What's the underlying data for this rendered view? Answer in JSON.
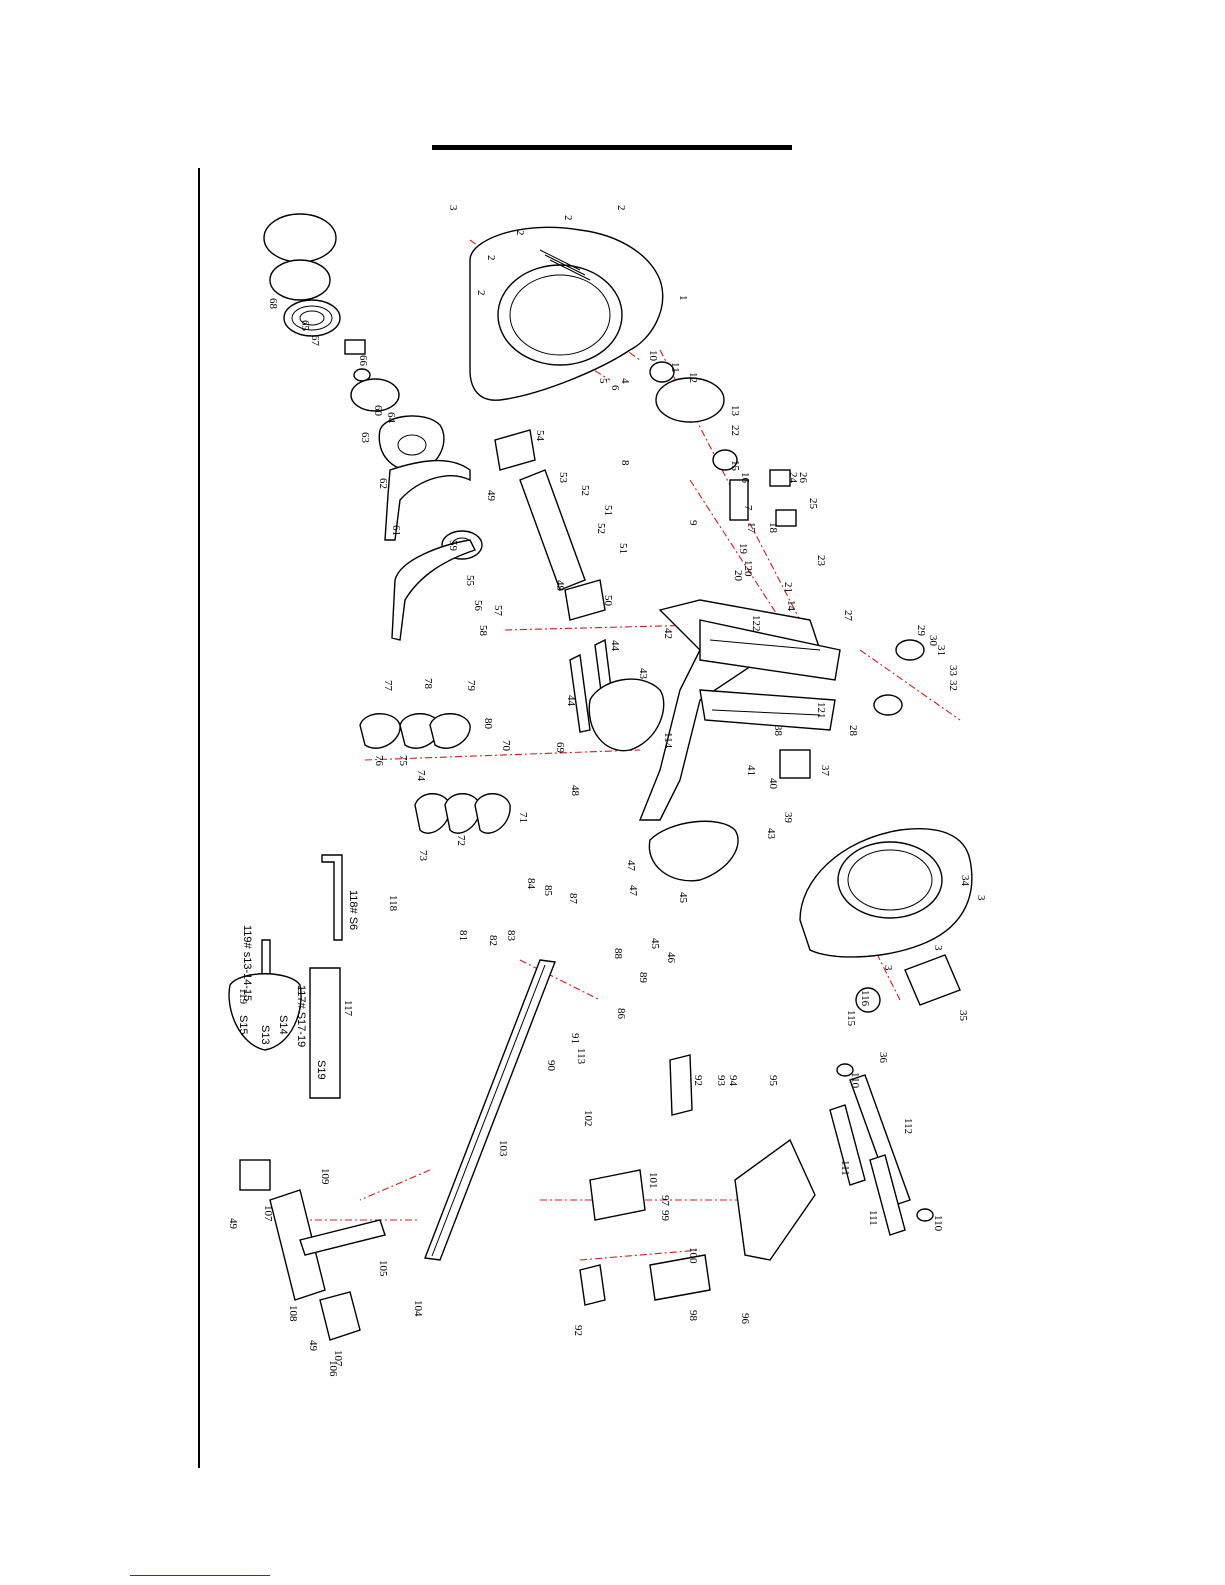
{
  "document": {
    "tool_labels": {
      "t118": "118# S6",
      "t117": "117# S17-19",
      "t119": "119# s13-14-15",
      "t117_small": "S19",
      "t119_a": "S15",
      "t119_b": "S13",
      "t119_c": "S14"
    },
    "part_numbers": [
      {
        "id": "p1",
        "text": "1"
      },
      {
        "id": "p2a",
        "text": "2"
      },
      {
        "id": "p2b",
        "text": "2"
      },
      {
        "id": "p2c",
        "text": "2"
      },
      {
        "id": "p2d",
        "text": "2"
      },
      {
        "id": "p2e",
        "text": "2"
      },
      {
        "id": "p3a",
        "text": "3"
      },
      {
        "id": "p3b",
        "text": "3"
      },
      {
        "id": "p3c",
        "text": "3"
      },
      {
        "id": "p3d",
        "text": "3"
      },
      {
        "id": "p4",
        "text": "4"
      },
      {
        "id": "p5",
        "text": "5"
      },
      {
        "id": "p6",
        "text": "6"
      },
      {
        "id": "p7",
        "text": "7"
      },
      {
        "id": "p8",
        "text": "8"
      },
      {
        "id": "p9",
        "text": "9"
      },
      {
        "id": "p10",
        "text": "10"
      },
      {
        "id": "p11",
        "text": "11"
      },
      {
        "id": "p12",
        "text": "12"
      },
      {
        "id": "p13",
        "text": "13"
      },
      {
        "id": "p14",
        "text": "14"
      },
      {
        "id": "p15",
        "text": "15"
      },
      {
        "id": "p16",
        "text": "16"
      },
      {
        "id": "p17",
        "text": "17"
      },
      {
        "id": "p18",
        "text": "18"
      },
      {
        "id": "p19",
        "text": "19"
      },
      {
        "id": "p20",
        "text": "20"
      },
      {
        "id": "p21",
        "text": "21"
      },
      {
        "id": "p22",
        "text": "22"
      },
      {
        "id": "p23",
        "text": "23"
      },
      {
        "id": "p24",
        "text": "24"
      },
      {
        "id": "p25",
        "text": "25"
      },
      {
        "id": "p26",
        "text": "26"
      },
      {
        "id": "p27",
        "text": "27"
      },
      {
        "id": "p28",
        "text": "28"
      },
      {
        "id": "p29",
        "text": "29"
      },
      {
        "id": "p30",
        "text": "30"
      },
      {
        "id": "p31",
        "text": "31"
      },
      {
        "id": "p32",
        "text": "32"
      },
      {
        "id": "p33",
        "text": "33"
      },
      {
        "id": "p34",
        "text": "34"
      },
      {
        "id": "p35",
        "text": "35"
      },
      {
        "id": "p36",
        "text": "36"
      },
      {
        "id": "p37",
        "text": "37"
      },
      {
        "id": "p38",
        "text": "38"
      },
      {
        "id": "p39",
        "text": "39"
      },
      {
        "id": "p40",
        "text": "40"
      },
      {
        "id": "p41",
        "text": "41"
      },
      {
        "id": "p42",
        "text": "42"
      },
      {
        "id": "p43a",
        "text": "43"
      },
      {
        "id": "p43b",
        "text": "43"
      },
      {
        "id": "p44a",
        "text": "44"
      },
      {
        "id": "p44b",
        "text": "44"
      },
      {
        "id": "p45a",
        "text": "45"
      },
      {
        "id": "p45b",
        "text": "45"
      },
      {
        "id": "p46",
        "text": "46"
      },
      {
        "id": "p47a",
        "text": "47"
      },
      {
        "id": "p47b",
        "text": "47"
      },
      {
        "id": "p48",
        "text": "48"
      },
      {
        "id": "p49a",
        "text": "49"
      },
      {
        "id": "p49b",
        "text": "49"
      },
      {
        "id": "p49c",
        "text": "49"
      },
      {
        "id": "p49d",
        "text": "49"
      },
      {
        "id": "p50",
        "text": "50"
      },
      {
        "id": "p51a",
        "text": "51"
      },
      {
        "id": "p51b",
        "text": "51"
      },
      {
        "id": "p52a",
        "text": "52"
      },
      {
        "id": "p52b",
        "text": "52"
      },
      {
        "id": "p53",
        "text": "53"
      },
      {
        "id": "p54",
        "text": "54"
      },
      {
        "id": "p55",
        "text": "55"
      },
      {
        "id": "p56",
        "text": "56"
      },
      {
        "id": "p57",
        "text": "57"
      },
      {
        "id": "p58",
        "text": "58"
      },
      {
        "id": "p59",
        "text": "59"
      },
      {
        "id": "p60",
        "text": "60"
      },
      {
        "id": "p61",
        "text": "61"
      },
      {
        "id": "p62",
        "text": "62"
      },
      {
        "id": "p63",
        "text": "63"
      },
      {
        "id": "p64",
        "text": "64"
      },
      {
        "id": "p65",
        "text": "65"
      },
      {
        "id": "p66",
        "text": "66"
      },
      {
        "id": "p67",
        "text": "67"
      },
      {
        "id": "p68",
        "text": "68"
      },
      {
        "id": "p69",
        "text": "69"
      },
      {
        "id": "p70",
        "text": "70"
      },
      {
        "id": "p71",
        "text": "71"
      },
      {
        "id": "p72",
        "text": "72"
      },
      {
        "id": "p73",
        "text": "73"
      },
      {
        "id": "p74",
        "text": "74"
      },
      {
        "id": "p75",
        "text": "75"
      },
      {
        "id": "p76",
        "text": "76"
      },
      {
        "id": "p77",
        "text": "77"
      },
      {
        "id": "p78",
        "text": "78"
      },
      {
        "id": "p79",
        "text": "79"
      },
      {
        "id": "p80",
        "text": "80"
      },
      {
        "id": "p81",
        "text": "81"
      },
      {
        "id": "p82",
        "text": "82"
      },
      {
        "id": "p83",
        "text": "83"
      },
      {
        "id": "p84",
        "text": "84"
      },
      {
        "id": "p85",
        "text": "85"
      },
      {
        "id": "p86",
        "text": "86"
      },
      {
        "id": "p87",
        "text": "87"
      },
      {
        "id": "p88",
        "text": "88"
      },
      {
        "id": "p89",
        "text": "89"
      },
      {
        "id": "p90",
        "text": "90"
      },
      {
        "id": "p91",
        "text": "91"
      },
      {
        "id": "p92a",
        "text": "92"
      },
      {
        "id": "p92b",
        "text": "92"
      },
      {
        "id": "p93",
        "text": "93"
      },
      {
        "id": "p94",
        "text": "94"
      },
      {
        "id": "p95",
        "text": "95"
      },
      {
        "id": "p96",
        "text": "96"
      },
      {
        "id": "p97",
        "text": "97"
      },
      {
        "id": "p98",
        "text": "98"
      },
      {
        "id": "p99",
        "text": "99"
      },
      {
        "id": "p100",
        "text": "100"
      },
      {
        "id": "p101",
        "text": "101"
      },
      {
        "id": "p102",
        "text": "102"
      },
      {
        "id": "p103",
        "text": "103"
      },
      {
        "id": "p104",
        "text": "104"
      },
      {
        "id": "p105",
        "text": "105"
      },
      {
        "id": "p106",
        "text": "106"
      },
      {
        "id": "p107a",
        "text": "107"
      },
      {
        "id": "p107b",
        "text": "107"
      },
      {
        "id": "p108",
        "text": "108"
      },
      {
        "id": "p109",
        "text": "109"
      },
      {
        "id": "p110a",
        "text": "110"
      },
      {
        "id": "p110b",
        "text": "110"
      },
      {
        "id": "p111a",
        "text": "111"
      },
      {
        "id": "p111b",
        "text": "111"
      },
      {
        "id": "p112",
        "text": "112"
      },
      {
        "id": "p113",
        "text": "113"
      },
      {
        "id": "p114",
        "text": "114"
      },
      {
        "id": "p115",
        "text": "115"
      },
      {
        "id": "p116",
        "text": "116"
      },
      {
        "id": "p117",
        "text": "117"
      },
      {
        "id": "p118",
        "text": "118"
      },
      {
        "id": "p119",
        "text": "119"
      },
      {
        "id": "p120",
        "text": "120"
      },
      {
        "id": "p121",
        "text": "121"
      },
      {
        "id": "p122",
        "text": "122"
      }
    ]
  }
}
